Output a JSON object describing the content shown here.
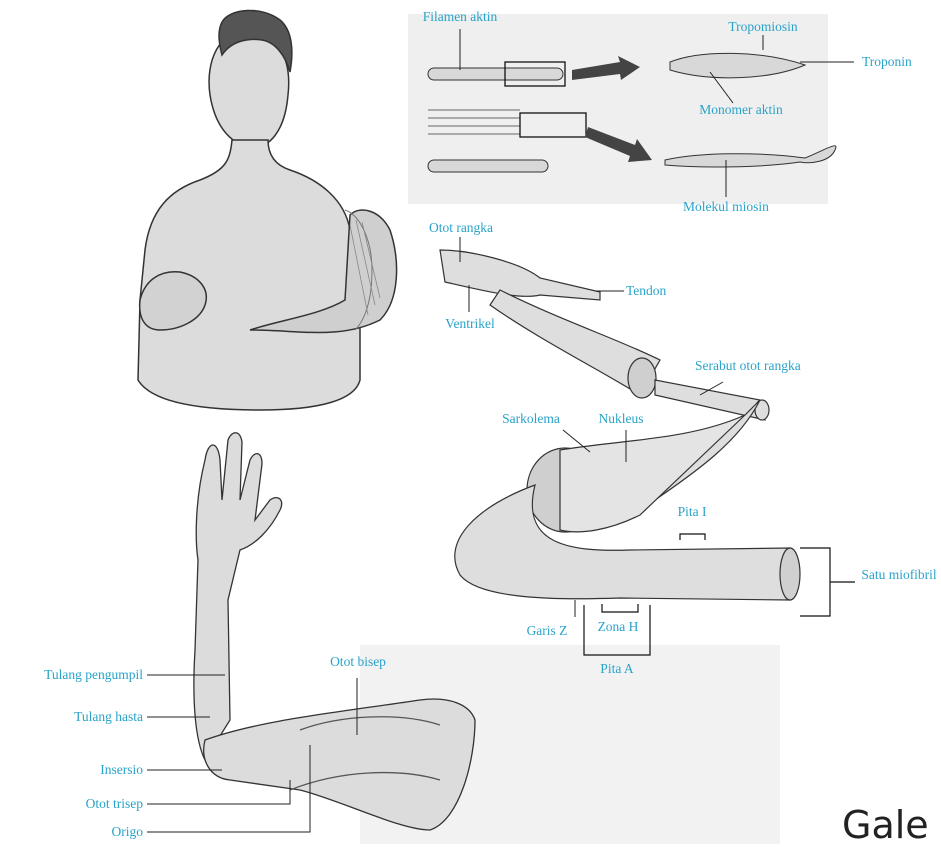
{
  "colors": {
    "label": "#29a3c9",
    "line": "#222222",
    "panel": "#efefef"
  },
  "labels": {
    "filamen_aktin": "Filamen aktin",
    "tropomiosin": "Tropomiosin",
    "troponin": "Troponin",
    "monomer_aktin": "Monomer aktin",
    "molekul_miosin": "Molekul miosin",
    "otot_rangka": "Otot rangka",
    "tendon": "Tendon",
    "ventrikel": "Ventrikel",
    "serabut_otot_rangka": "Serabut otot rangka",
    "sarkolema": "Sarkolema",
    "nukleus": "Nukleus",
    "pita_i": "Pita I",
    "satu_miofibril": "Satu miofibril",
    "garis_z": "Garis Z",
    "zona_h": "Zona H",
    "pita_a": "Pita A",
    "otot_bisep": "Otot bisep",
    "tulang_pengumpil": "Tulang pengumpil",
    "tulang_hasta": "Tulang hasta",
    "insersio": "Insersio",
    "otot_trisep": "Otot trisep",
    "origo": "Origo"
  },
  "caption": "Gale"
}
